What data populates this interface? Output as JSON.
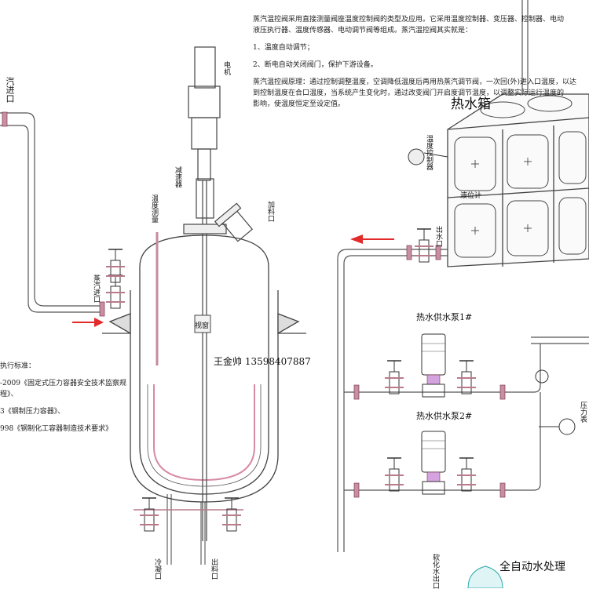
{
  "labels": {
    "steam_inlet_top": "汽进口",
    "motor": "电机",
    "reducer": "减速器",
    "temp_gauge": "温度测量",
    "feed_port": "加料口",
    "steam_inlet_left": "蒸汽进口",
    "manhole": "视窗",
    "phone": "王金帅 13598407887",
    "drain_port": "冷凝口",
    "discharge_port": "出料口",
    "hot_tank": "热水箱",
    "temp_controller": "温度控制器",
    "level_gauge": "液位计",
    "water_inlet": "出水口",
    "pump1": "热水供水泵1#",
    "pump2": "热水供水泵2#",
    "soft_water_outlet": "软化水出口",
    "auto_water": "全自动水处理",
    "pressure_gauge": "压力表"
  },
  "notes": {
    "lines": [
      "蒸汽温控阀采用直接测量阀座温度控制阀的类型及应用。它采用温度控制器、变压器、控制器、电动",
      "液压执行器、温度传感器、电动调节阀等组成。蒸汽温控阀其实就是：",
      "1、温度自动调节；",
      "2、断电自动关闭阀门，保护下游设备。",
      "蒸汽温控阀原理：通过控制调整温度，空调降低温度后再用热蒸汽调节阀，一次回(外)进入口温度，以达",
      "到控制温度在合口温度，当系统产生变化时，通过改变阀门开启度调节温度，以调整实际运行温度的",
      "影响，使温度恒定至设定值。"
    ]
  },
  "standards": {
    "title": "执行标准：",
    "lines": [
      "-2009《固定式压力容器安全技术监察规程》、",
      "3《钢制压力容器》、",
      "998《钢制化工容器制造技术要求》"
    ]
  }
}
